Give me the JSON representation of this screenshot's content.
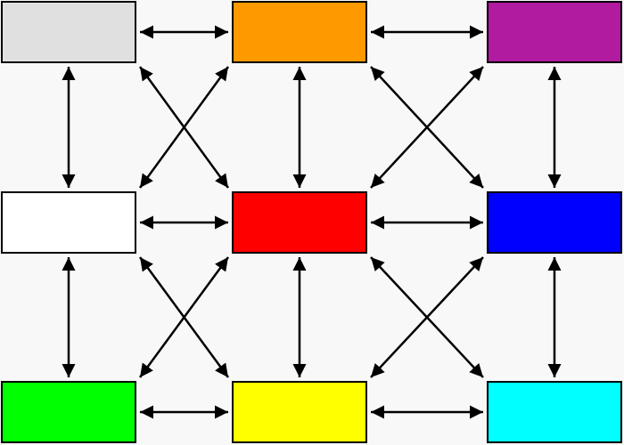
{
  "boxes": [
    {
      "id": "top-left",
      "color": "#e0e0e0"
    },
    {
      "id": "top-center",
      "color": "#ff9900"
    },
    {
      "id": "top-right",
      "color": "#b01ba0"
    },
    {
      "id": "middle-left",
      "color": "#ffffff"
    },
    {
      "id": "middle-center",
      "color": "#ff0000"
    },
    {
      "id": "middle-right",
      "color": "#0000ff"
    },
    {
      "id": "bottom-left",
      "color": "#00ff00"
    },
    {
      "id": "bottom-center",
      "color": "#ffff00"
    },
    {
      "id": "bottom-right",
      "color": "#00ffff"
    }
  ],
  "connections": [
    [
      "top-left",
      "top-center"
    ],
    [
      "top-center",
      "top-right"
    ],
    [
      "middle-left",
      "middle-center"
    ],
    [
      "middle-center",
      "middle-right"
    ],
    [
      "bottom-left",
      "bottom-center"
    ],
    [
      "bottom-center",
      "bottom-right"
    ],
    [
      "top-left",
      "middle-left"
    ],
    [
      "middle-left",
      "bottom-left"
    ],
    [
      "top-center",
      "middle-center"
    ],
    [
      "middle-center",
      "bottom-center"
    ],
    [
      "top-right",
      "middle-right"
    ],
    [
      "middle-right",
      "bottom-right"
    ],
    [
      "top-left",
      "middle-center"
    ],
    [
      "top-center",
      "middle-left"
    ],
    [
      "top-center",
      "middle-right"
    ],
    [
      "top-right",
      "middle-center"
    ],
    [
      "middle-left",
      "bottom-center"
    ],
    [
      "middle-center",
      "bottom-left"
    ],
    [
      "middle-center",
      "bottom-right"
    ],
    [
      "middle-right",
      "bottom-center"
    ]
  ],
  "colors": {
    "background": "#f8f8f8",
    "border": "#000000",
    "arrow": "#000000"
  }
}
